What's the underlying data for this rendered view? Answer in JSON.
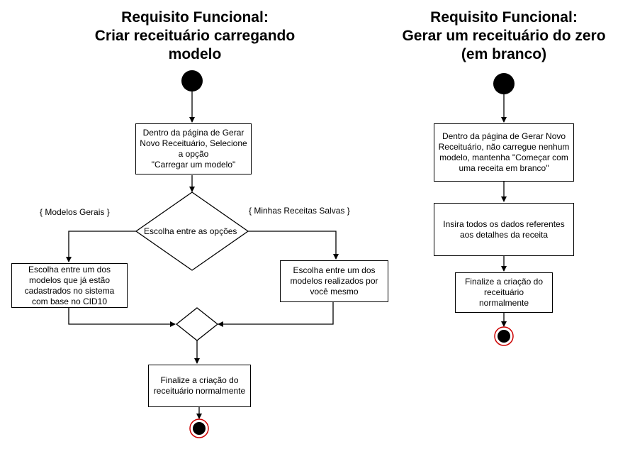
{
  "left": {
    "title": "Requisito Funcional:\nCriar receituário carregando\nmodelo",
    "step1": "Dentro da página de Gerar\nNovo Receituário, Selecione\na opção\n\"Carregar um modelo\"",
    "decision": "Escolha entre as opções",
    "branch_left_label": "{ Modelos Gerais }",
    "branch_right_label": "{ Minhas Receitas Salvas }",
    "option_left": "Escolha entre um dos\nmodelos que já estão\ncadastrados no sistema\ncom base no CID10",
    "option_right": "Escolha entre um dos\nmodelos realizados por\nvocê mesmo",
    "final_step": "Finalize a criação do\nreceituário normalmente"
  },
  "right": {
    "title": "Requisito Funcional:\nGerar um receituário do zero\n(em branco)",
    "step1": "Dentro da página de Gerar Novo\nReceituário, não carregue nenhum\nmodelo, mantenha \"Começar com\numa receita em branco\"",
    "step2": "Insira todos os dados referentes\naos detalhes da receita",
    "final_step": "Finalize a criação do\nreceituário\nnormalmente"
  },
  "colors": {
    "line": "#000000",
    "end_ring": "#cc0000"
  }
}
